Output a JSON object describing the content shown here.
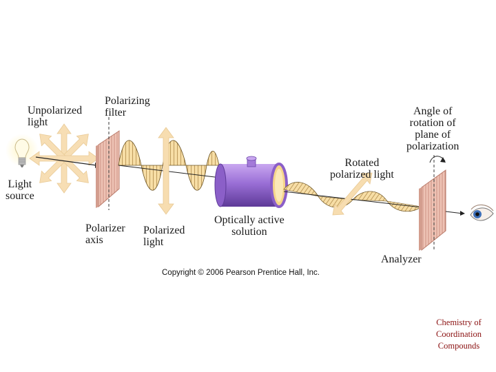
{
  "labels": {
    "unpolarized_light": "Unpolarized\nlight",
    "polarizing_filter": "Polarizing\nfilter",
    "light_source": "Light\nsource",
    "polarizer_axis": "Polarizer\naxis",
    "polarized_light": "Polarized\nlight",
    "optically_active_solution": "Optically active\nsolution",
    "rotated_polarized_light": "Rotated\npolarized light",
    "angle_of_rotation": "Angle of\nrotation of\nplane of\npolarization",
    "analyzer": "Analyzer"
  },
  "copyright": "Copyright © 2006 Pearson Prentice Hall, Inc.",
  "footer": {
    "line1": "Chemistry of",
    "line2": "Coordination",
    "line3": "Compounds"
  },
  "icons": {
    "bulb": "light-bulb-icon",
    "eye": "eye-icon"
  },
  "colors": {
    "filter": "#e9b8aa",
    "wave": "#f6dca0",
    "arrow": "#f7ddb0",
    "tube": "#9a6fd6",
    "footer_text": "#8a1010"
  }
}
